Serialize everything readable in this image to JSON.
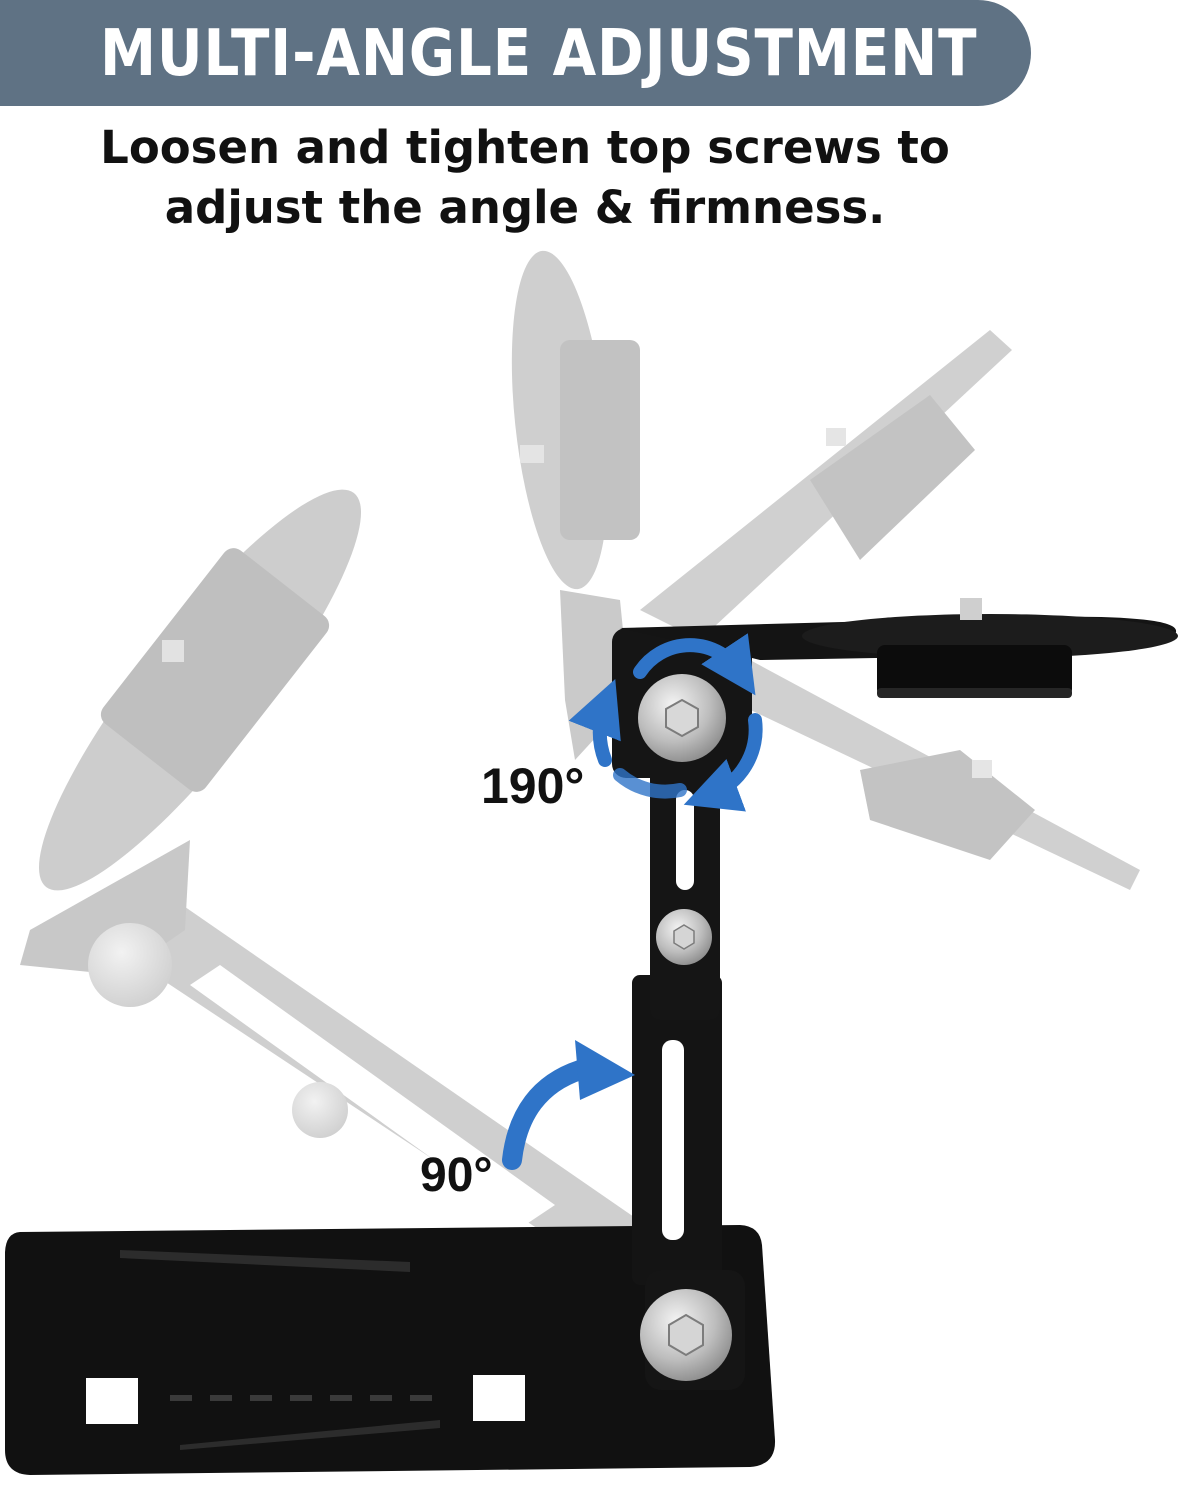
{
  "banner": {
    "title": "MULTI-ANGLE ADJUSTMENT",
    "color": "#5f7284"
  },
  "subtitle": {
    "line1": "Loosen and tighten top screws to",
    "line2": "adjust the angle & firmness."
  },
  "angles": {
    "top_rotation": "190°",
    "base_rotation": "90°"
  },
  "colors": {
    "product": "#111111",
    "ghost": "#c9c9c9",
    "arrow": "#2f74c8"
  },
  "icons": [
    "hex-screw-icon",
    "rotation-arrow-icon",
    "curved-arrow-icon"
  ]
}
